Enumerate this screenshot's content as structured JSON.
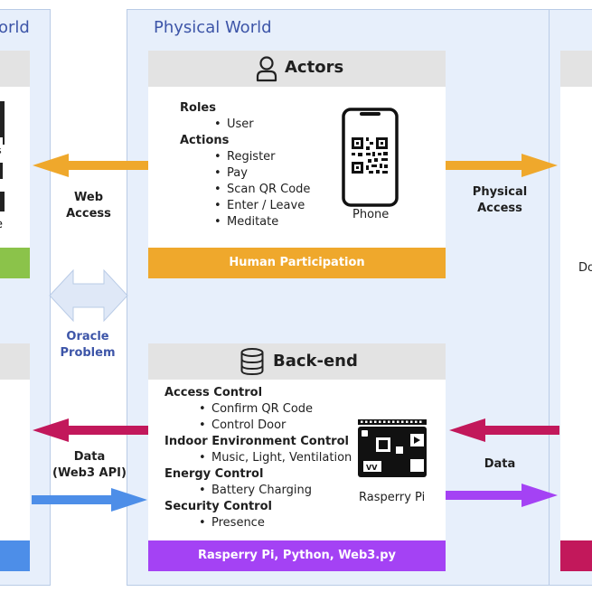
{
  "left_zone": {
    "title": "orld",
    "fragment_1": "s",
    "fragment_2": "e"
  },
  "physical_world": {
    "title": "Physical World"
  },
  "right_zone": {
    "fragment": "Do"
  },
  "actors": {
    "title": "Actors",
    "roles_heading": "Roles",
    "roles": [
      "User"
    ],
    "actions_heading": "Actions",
    "actions": [
      "Register",
      "Pay",
      "Scan QR Code",
      "Enter / Leave",
      "Meditate"
    ],
    "device_label": "Phone",
    "footer": "Human Participation",
    "footer_color": "#efa82c"
  },
  "backend": {
    "title": "Back-end",
    "sections": [
      {
        "heading": "Access Control",
        "items": [
          "Confirm QR Code",
          "Control Door"
        ]
      },
      {
        "heading": "Indoor Environment Control",
        "items": [
          "Music, Light, Ventilation"
        ]
      },
      {
        "heading": "Energy Control",
        "items": [
          "Battery Charging"
        ]
      },
      {
        "heading": "Security Control",
        "items": [
          "Presence"
        ]
      }
    ],
    "device_label": "Rasperry Pi",
    "footer": "Rasperry Pi, Python, Web3.py",
    "footer_color": "#a442f4"
  },
  "connections": {
    "web_access": [
      "Web",
      "Access"
    ],
    "physical_access": [
      "Physical",
      "Access"
    ],
    "oracle_problem": [
      "Oracle",
      "Problem"
    ],
    "data_web3": [
      "Data",
      "(Web3 API)"
    ],
    "data": "Data"
  },
  "colors": {
    "orange_arrow": "#efa82c",
    "magenta_arrow": "#c2185b",
    "blue_arrow": "#4d8ee8",
    "purple_arrow": "#a442f4",
    "oracle_arrow": "#dfe8f7",
    "left_footer_top": "#8bc34a",
    "left_footer_bottom": "#4d8ee8",
    "right_footer_bottom": "#c2185b"
  },
  "icons": [
    "person-icon",
    "database-icon",
    "phone-qr-icon",
    "raspberry-pi-icon"
  ]
}
